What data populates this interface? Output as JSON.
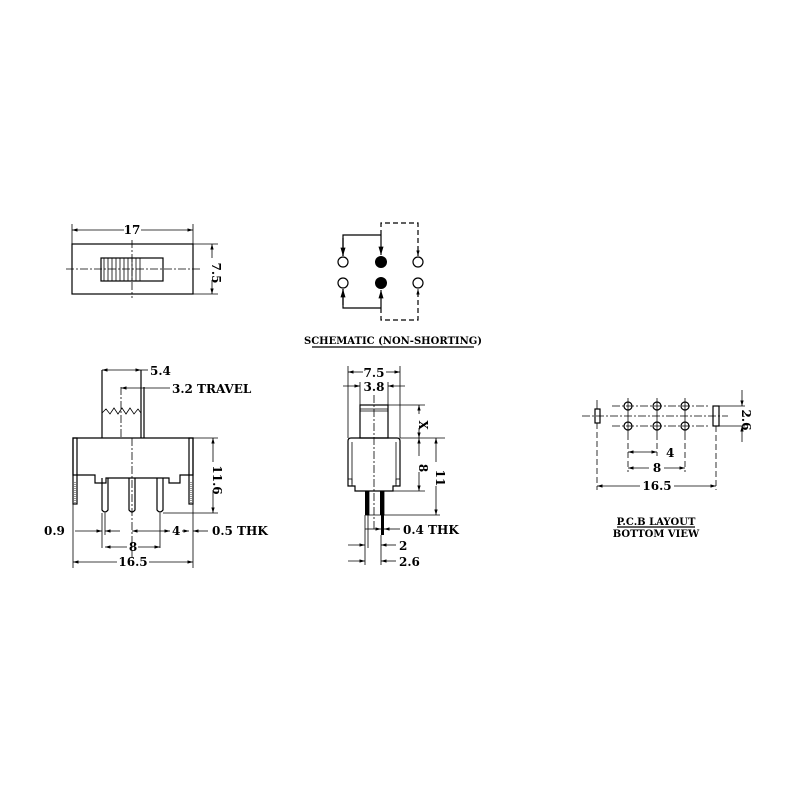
{
  "top_view": {
    "width_dim": "17",
    "height_dim": "7.5"
  },
  "schematic": {
    "title": "SCHEMATIC (NON-SHORTING)"
  },
  "front_view": {
    "actuator_dim": "5.4",
    "travel_dim": "3.2 TRAVEL",
    "height_dim": "11.6",
    "pin_width_dim": "0.9",
    "pitch_8_dim": "8",
    "pitch_4_dim": "4",
    "thickness_dim": "0.5 THK",
    "overall_dim": "16.5"
  },
  "side_view": {
    "width_dim": "7.5",
    "actuator_dim": "3.8",
    "actuator_height_dim": "X",
    "body_height_dim": "8",
    "total_height_dim": "11",
    "thickness_dim": "0.4 THK",
    "pin_spacing_dim": "2",
    "pin_outer_dim": "2.6"
  },
  "pcb_layout": {
    "row_spacing_dim": "2.6",
    "pitch_4_dim": "4",
    "pitch_8_dim": "8",
    "overall_dim": "16.5",
    "title_line1": "P.C.B LAYOUT",
    "title_line2": "BOTTOM VIEW"
  }
}
